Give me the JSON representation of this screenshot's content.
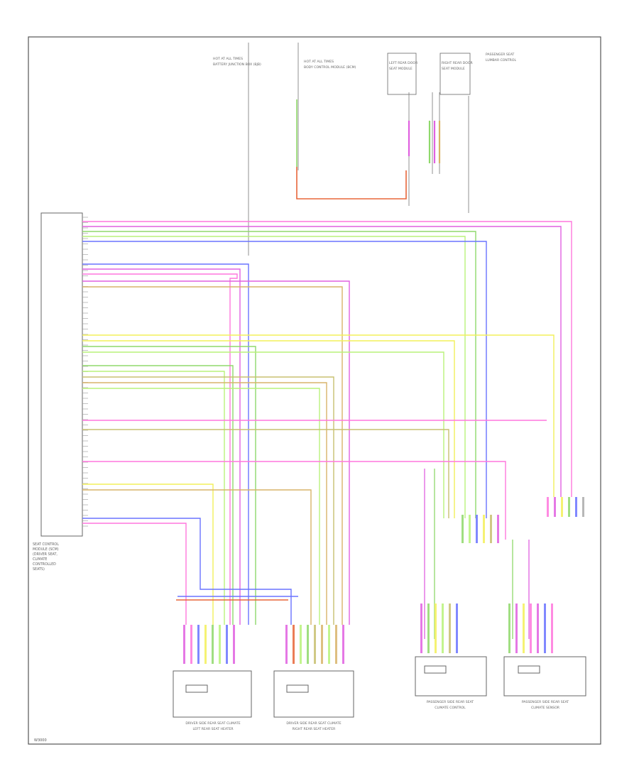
{
  "diagram": {
    "footer_code": "W3000",
    "colors": {
      "border": "#555555",
      "ink": "#444444",
      "red": "#e8663a",
      "green": "#8fd86b",
      "pink": "#ff77dd",
      "magenta": "#e060e0",
      "blue": "#6a73ff",
      "yellow": "#f3f05a",
      "tan": "#d8b46a",
      "khaki": "#c8c070",
      "lime": "#b9f27a",
      "gray": "#aaaaaa"
    },
    "top_connectors": [
      {
        "name": "HOT AT ALL TIMES",
        "sub": "BATTERY JUNCTION BOX (BJB)"
      },
      {
        "name": "HOT AT ALL TIMES",
        "sub": "BODY CONTROL MODULE (BCM)"
      },
      {
        "name": "LEFT REAR DOOR",
        "sub": "SEAT MODULE"
      },
      {
        "name": "RIGHT REAR DOOR",
        "sub": "SEAT MODULE"
      },
      {
        "name": "PASSENGER SEAT",
        "sub": "LUMBAR CONTROL"
      }
    ],
    "module": {
      "label_lines": [
        "SEAT CONTROL",
        "MODULE (SCM)",
        "(DRIVER SEAT,",
        "CLIMATE",
        "CONTROLLED",
        "SEATS)"
      ]
    },
    "bottom_components": [
      {
        "name": "DRIVER SIDE REAR SEAT CLIMATE",
        "sub": "LEFT REAR SEAT HEATER"
      },
      {
        "name": "DRIVER SIDE REAR SEAT CLIMATE",
        "sub": "RIGHT REAR SEAT HEATER"
      },
      {
        "name": "PASSENGER SIDE REAR SEAT",
        "sub": "CLIMATE CONTROL"
      },
      {
        "name": "PASSENGER SIDE REAR SEAT",
        "sub": "CLIMATE SENSOR"
      }
    ]
  }
}
